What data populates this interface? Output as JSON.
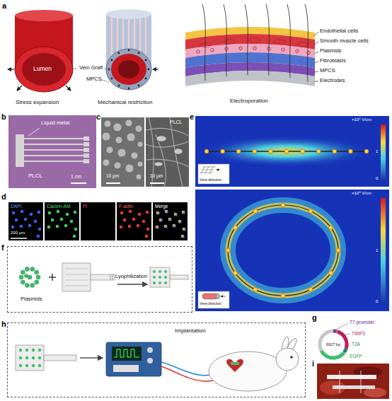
{
  "diagram": {
    "nodes": [
      {
        "text": [
          "Plasmids",
          "Lyophilization"
        ]
      },
      {
        "text": [
          "Implantation"
        ]
      },
      {
        "text": [
          "6927 bp"
        ]
      }
    ],
    "labels": [
      "a",
      "Lumen",
      "Stress expansion",
      "Vein Graft",
      "MPCS",
      "Mechanical restriction",
      "Electroporation",
      "Endothelial cells",
      "Smooth muscle cells",
      "Plasmids",
      "Fibroblasts",
      "MPCS",
      "Electrodes",
      "b",
      "Liquid metal",
      "PLCL",
      "1 cm",
      "c",
      "10 μm",
      "PLCL",
      "10 μm",
      "d",
      "DAPI",
      "Calcein-AM",
      "PI",
      "F-actin",
      "Merge",
      "200 μm",
      "e",
      "×10⁵ V/cm",
      "1",
      "0",
      "View direction",
      "×10⁵ V/cm",
      "1",
      "0",
      "View direction",
      "f",
      "g",
      "T7 promoter",
      "TIMP3",
      "T2A",
      "EGFP",
      "h",
      "i"
    ]
  }
}
